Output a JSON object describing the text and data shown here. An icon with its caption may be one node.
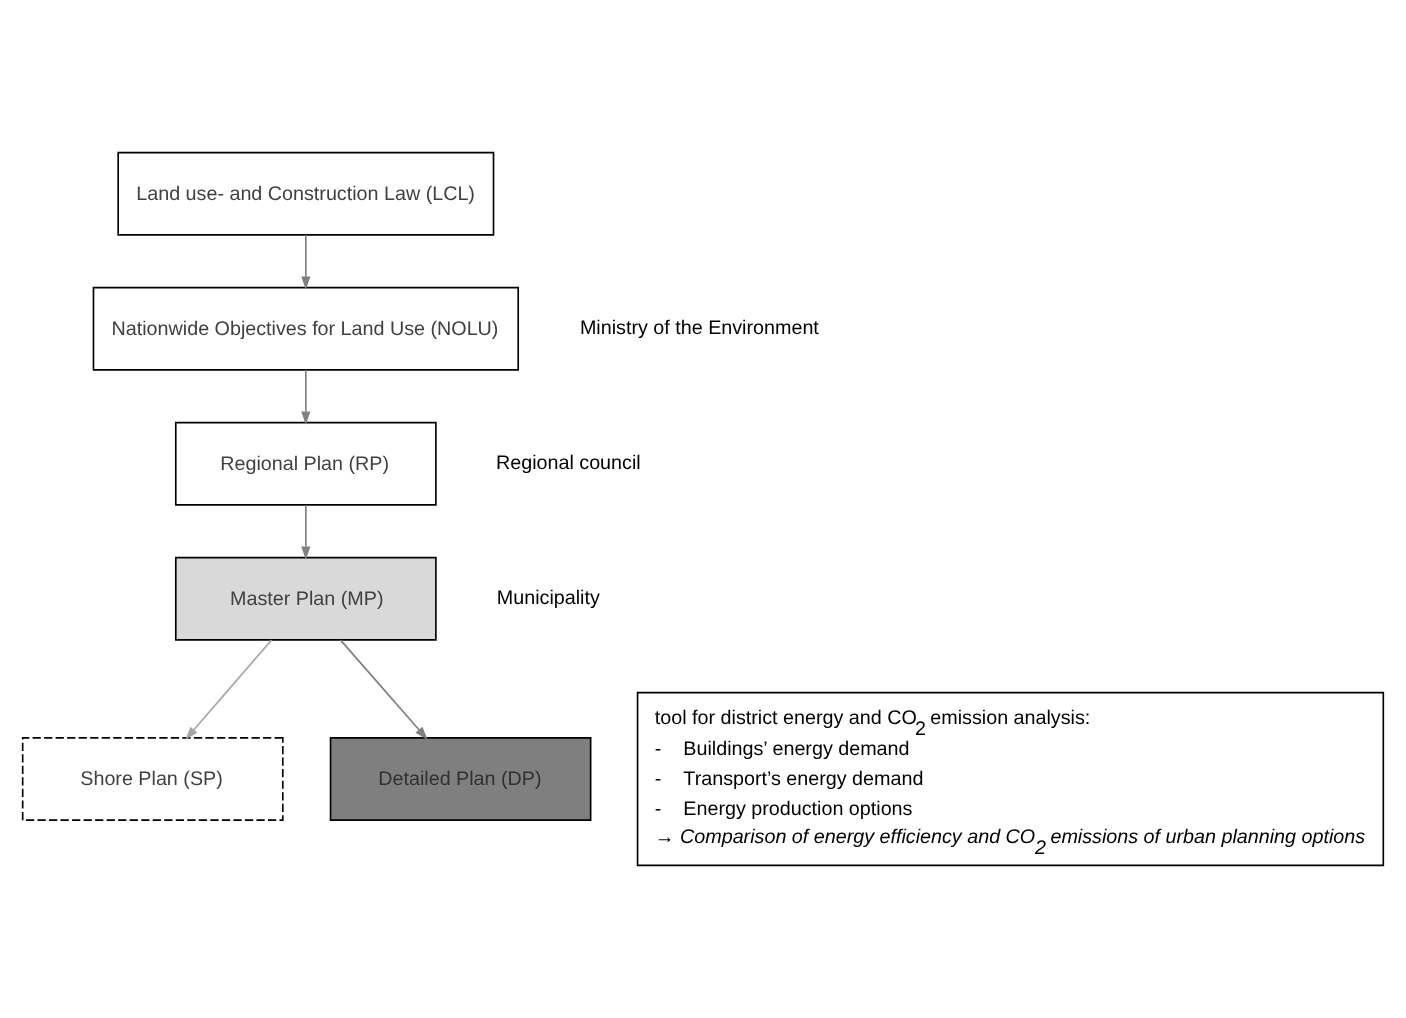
{
  "diagram": {
    "nodes": [
      {
        "text": [
          "Land use- and Construction Law (LCL)"
        ]
      },
      {
        "text": [
          "Nationwide Objectives for Land Use (NOLU)"
        ]
      },
      {
        "text": [
          "Regional Plan (RP)"
        ]
      },
      {
        "text": [
          "Master Plan (MP)"
        ]
      },
      {
        "text": [
          "Shore Plan (SP)"
        ]
      },
      {
        "text": [
          "Detailed Plan (DP)"
        ]
      },
      {
        "text": [
          "tool for district energy and CO$_{2}$ emission analysis:",
          "-    Buildings’ energy demand",
          "-    Transport’s energy demand",
          "-    Energy production options",
          "→ Comparison of energy efficiency and CO$_{2}$ emissions of urban planning options"
        ]
      }
    ],
    "edges": [
      {
        "from": 0,
        "to": 1,
        "arrow": "to"
      },
      {
        "from": 1,
        "to": 2,
        "arrow": "to"
      },
      {
        "from": 2,
        "to": 3,
        "arrow": "to"
      },
      {
        "from": 3,
        "to": 5,
        "arrow": "to"
      },
      {
        "from": 3,
        "to": 4,
        "arrow": "to",
        "color": "#a6a6a6"
      }
    ],
    "labels": [
      "Ministry of the Environment",
      "Regional council",
      "Municipality"
    ]
  }
}
